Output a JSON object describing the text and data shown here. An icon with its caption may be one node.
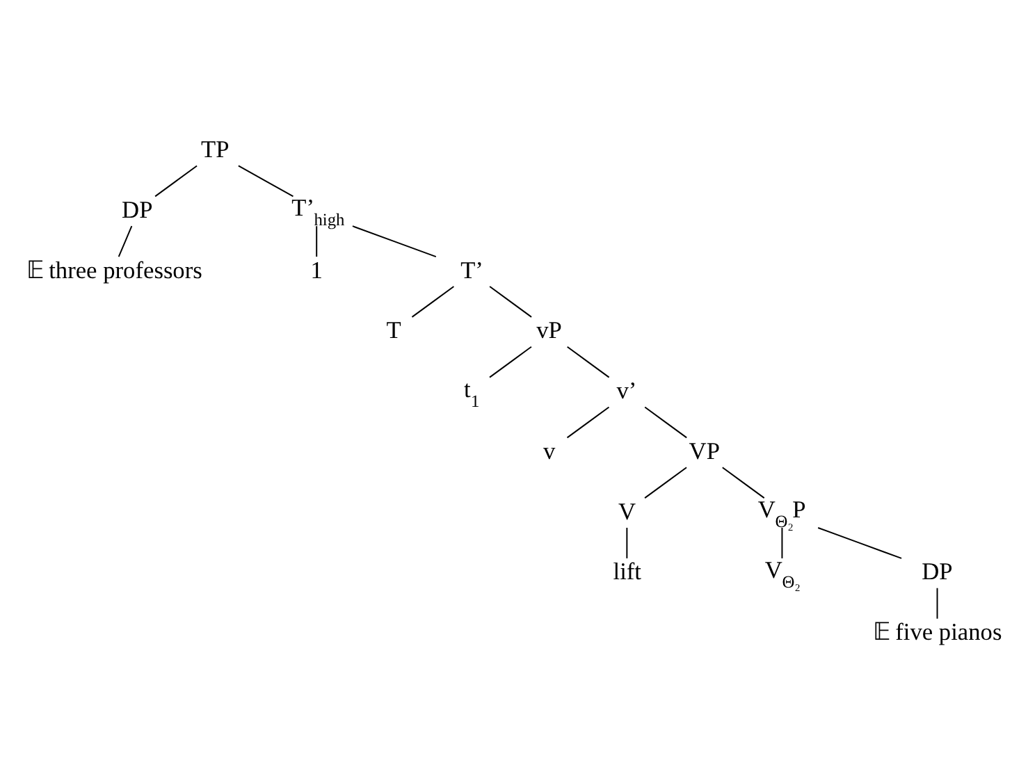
{
  "diagram": {
    "nodes": [
      {
        "text": [
          "TP"
        ]
      },
      {
        "text": [
          "DP"
        ]
      },
      {
        "text": [
          "T’$_{high}$"
        ]
      },
      {
        "text": [
          "𝔼 three professors"
        ]
      },
      {
        "text": [
          "1"
        ]
      },
      {
        "text": [
          "T’"
        ]
      },
      {
        "text": [
          "T"
        ]
      },
      {
        "text": [
          "vP"
        ]
      },
      {
        "text": [
          "t$_{1}$"
        ]
      },
      {
        "text": [
          "v’"
        ]
      },
      {
        "text": [
          "v"
        ]
      },
      {
        "text": [
          "VP"
        ]
      },
      {
        "text": [
          "V"
        ]
      },
      {
        "text": [
          "V$_{Θ₂}$P"
        ]
      },
      {
        "text": [
          "lift"
        ]
      },
      {
        "text": [
          "V$_{Θ₂}$"
        ]
      },
      {
        "text": [
          "DP"
        ]
      },
      {
        "text": [
          "𝔼 five pianos"
        ]
      }
    ],
    "edges": [
      {
        "from": 0,
        "to": 1,
        "arrow": "none"
      },
      {
        "from": 0,
        "to": 2,
        "arrow": "none"
      },
      {
        "from": 1,
        "to": 3,
        "arrow": "none"
      },
      {
        "from": 2,
        "to": 4,
        "arrow": "none"
      },
      {
        "from": 2,
        "to": 5,
        "arrow": "none"
      },
      {
        "from": 5,
        "to": 6,
        "arrow": "none"
      },
      {
        "from": 5,
        "to": 7,
        "arrow": "none"
      },
      {
        "from": 7,
        "to": 8,
        "arrow": "none"
      },
      {
        "from": 7,
        "to": 9,
        "arrow": "none"
      },
      {
        "from": 9,
        "to": 10,
        "arrow": "none"
      },
      {
        "from": 9,
        "to": 11,
        "arrow": "none"
      },
      {
        "from": 11,
        "to": 12,
        "arrow": "none"
      },
      {
        "from": 11,
        "to": 13,
        "arrow": "none"
      },
      {
        "from": 12,
        "to": 14,
        "arrow": "none"
      },
      {
        "from": 13,
        "to": 15,
        "arrow": "none"
      },
      {
        "from": 13,
        "to": 16,
        "arrow": "none"
      },
      {
        "from": 16,
        "to": 17,
        "arrow": "none"
      }
    ]
  }
}
